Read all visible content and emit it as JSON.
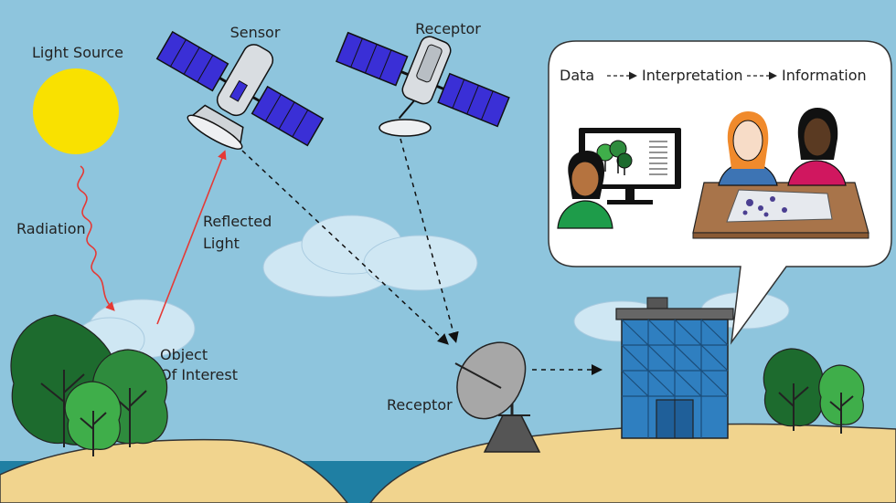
{
  "labels": {
    "light_source": "Light Source",
    "sensor": "Sensor",
    "receptor_satellite": "Receptor",
    "radiation": "Radiation",
    "reflected_light_line1": "Reflected",
    "reflected_light_line2": "Light",
    "object_line1": "Object",
    "object_line2": "Of Interest",
    "receptor_dish": "Receptor"
  },
  "flow": {
    "data": "Data",
    "interpretation": "Interpretation",
    "information": "Information"
  },
  "colors": {
    "sky": "#8ec5dd",
    "sun": "#f9e100",
    "ground": "#f1d48e",
    "water": "#1f7fa3",
    "cloud": "#cfe7f3",
    "radiation": "#e53935",
    "solar_panel": "#3a2fd6",
    "tree_dark": "#1d6b2e",
    "tree_mid": "#2e8b3d",
    "tree_light": "#3fae4a",
    "building": "#2f7fc0",
    "table": "#a8744a"
  },
  "icons": [
    "sun-icon",
    "satellite-sensor-icon",
    "satellite-receptor-icon",
    "dish-antenna-icon",
    "building-icon",
    "computer-monitor-icon",
    "tree-icon",
    "person-icon",
    "cloud-icon",
    "map-icon"
  ]
}
